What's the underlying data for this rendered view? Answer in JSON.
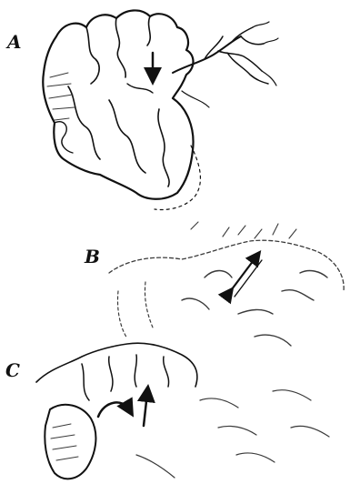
{
  "figure": {
    "panels": [
      {
        "label": "A"
      },
      {
        "label": "B"
      },
      {
        "label": "C"
      }
    ]
  },
  "colors": {
    "ink": "#111111",
    "ink_light": "#3a3a3a",
    "background": "#ffffff"
  }
}
